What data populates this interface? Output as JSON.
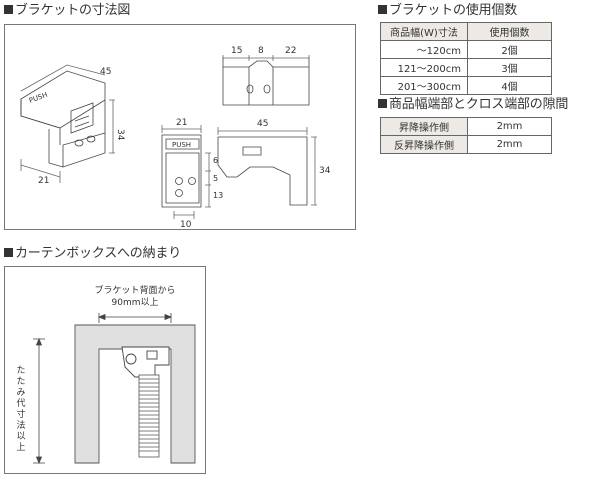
{
  "sections": {
    "dimensions": {
      "title": "ブラケットの寸法図"
    },
    "usage": {
      "title": "ブラケットの使用個数"
    },
    "gap": {
      "title": "商品幅端部とクロス端部の隙間"
    },
    "curtain_box": {
      "title": "カーテンボックスへの納まり"
    }
  },
  "usage_table": {
    "headers": [
      "商品幅(W)寸法",
      "使用個数"
    ],
    "rows": [
      {
        "width": "～120cm",
        "count": "2個"
      },
      {
        "width": "121～200cm",
        "count": "3個"
      },
      {
        "width": "201～300cm",
        "count": "4個"
      }
    ]
  },
  "gap_table": {
    "rows": [
      {
        "label": "昇降操作側",
        "value": "2mm"
      },
      {
        "label": "反昇降操作側",
        "value": "2mm"
      }
    ]
  },
  "dimension_labels": {
    "iso_width": "45",
    "iso_height": "34",
    "iso_depth": "21",
    "top_left": "15",
    "top_mid": "8",
    "top_right": "22",
    "front_width": "21",
    "front_push": "PUSH",
    "front_d1": "6",
    "front_d2": "5",
    "front_d3": "13",
    "front_bottom": "10",
    "side_width": "45",
    "side_height": "34",
    "iso_push": "PUSH"
  },
  "curtain_box_labels": {
    "bracket_line1": "ブラケット背面から",
    "bracket_line2": "90mm以上",
    "vertical": [
      "た",
      "た",
      "み",
      "代",
      "寸",
      "法",
      "以",
      "上"
    ]
  }
}
